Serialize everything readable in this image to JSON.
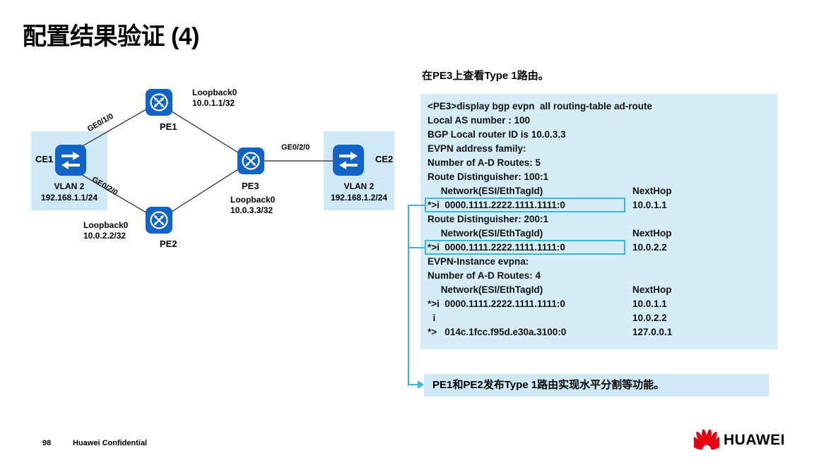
{
  "slide": {
    "title": "配置结果验证 (4)",
    "page_number": "98",
    "footer_text": "Huawei Confidential",
    "logo_text": "HUAWEI"
  },
  "colors": {
    "accent_cyan": "#3ab7dc",
    "node_blue": "#1263c8",
    "panel_blue": "#d5edf7",
    "huawei_red": "#e60012"
  },
  "diagram": {
    "nodes": {
      "ce1": {
        "label": "CE1",
        "detail1": "VLAN 2",
        "detail2": "192.168.1.1/24"
      },
      "pe1": {
        "label": "PE1",
        "detail1": "Loopback0",
        "detail2": "10.0.1.1/32"
      },
      "pe2": {
        "label": "PE2",
        "detail1": "Loopback0",
        "detail2": "10.0.2.2/32"
      },
      "pe3": {
        "label": "PE3",
        "detail1": "Loopback0",
        "detail2": "10.0.3.3/32"
      },
      "ce2": {
        "label": "CE2",
        "detail1": "VLAN 2",
        "detail2": "192.168.1.2/24"
      }
    },
    "links": {
      "ce1_pe1_label": "GE0/1/0",
      "ce1_pe2_label": "GE0/2/0",
      "pe3_ce2_label": "GE0/2/0"
    }
  },
  "console": {
    "heading": "在PE3上查看Type 1路由。",
    "lines": [
      {
        "text": "<PE3>display bgp evpn  all routing-table ad-route"
      },
      {
        "text": "Local AS number : 100"
      },
      {
        "text": "BGP Local router ID is 10.0.3.3"
      },
      {
        "text": "EVPN address family:"
      },
      {
        "text": "Number of A-D Routes: 5"
      },
      {
        "text": "Route Distinguisher: 100:1"
      },
      {
        "text": "     Network(ESI/EthTagId)",
        "nexthop": "NextHop"
      },
      {
        "text": "*>i  0000.1111.2222.1111.1111:0",
        "nexthop": "10.0.1.1",
        "highlight": true
      },
      {
        "text": "Route Distinguisher: 200:1"
      },
      {
        "text": "     Network(ESI/EthTagId)",
        "nexthop": "NextHop"
      },
      {
        "text": "*>i  0000.1111.2222.1111.1111:0",
        "nexthop": "10.0.2.2",
        "highlight": true
      },
      {
        "text": "EVPN-Instance evpna:"
      },
      {
        "text": "Number of A-D Routes: 4"
      },
      {
        "text": "     Network(ESI/EthTagId)",
        "nexthop": "NextHop"
      },
      {
        "text": "*>i  0000.1111.2222.1111.1111:0",
        "nexthop": "10.0.1.1"
      },
      {
        "text": "  i",
        "nexthop": "10.0.2.2"
      },
      {
        "text": "*>   014c.1fcc.f95d.e30a.3100:0",
        "nexthop": "127.0.0.1"
      }
    ],
    "callout": "PE1和PE2发布Type 1路由实现水平分割等功能。"
  }
}
